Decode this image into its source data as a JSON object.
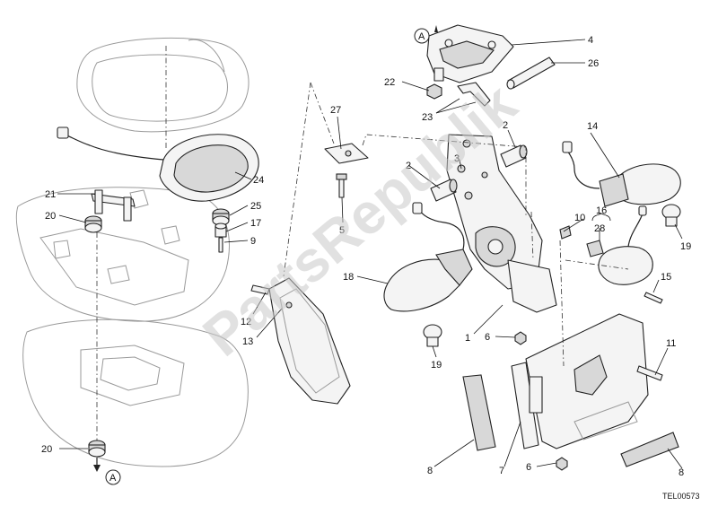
{
  "watermark": "PartsRepublik",
  "drawing_ref": "TEL00573",
  "section_marker": "A",
  "callouts": [
    "4",
    "26",
    "22",
    "23",
    "2",
    "3",
    "14",
    "27",
    "24",
    "21",
    "20",
    "25",
    "17",
    "9",
    "5",
    "18",
    "10",
    "16",
    "28",
    "19",
    "15",
    "12",
    "13",
    "1",
    "6",
    "11",
    "19",
    "20",
    "8",
    "7",
    "6",
    "8",
    "2"
  ]
}
